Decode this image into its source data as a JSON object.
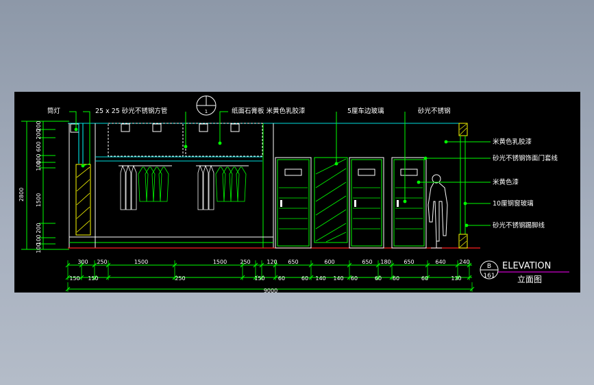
{
  "annotations": {
    "downlight": "筒灯",
    "square_tube": "25 x 25 砂光不锈钢方管",
    "gypsum_board": "纸面石膏板 米黄色乳胶漆",
    "glass_5mm": "5厘车边玻璃",
    "sanded_steel": "砂光不锈钢",
    "beige_latex": "米黄色乳胶漆",
    "door_trim": "砂光不锈钢饰面门套线",
    "beige_paint": "米黄色漆",
    "tempered_glass": "10厘钢窗玻璃",
    "skirting": "砂光不锈钢踢脚线"
  },
  "section_mark": {
    "number": "1"
  },
  "title": {
    "english": "ELEVATION",
    "chinese": "立面图",
    "badge_top": "B",
    "badge_bottom": "161"
  },
  "dims": {
    "left_total": "2800",
    "left": [
      "200",
      "200",
      "600",
      "100",
      "100",
      "1500",
      "200",
      "100",
      "100"
    ],
    "row1": [
      "300",
      "250",
      "1500",
      "1500",
      "250",
      "120",
      "650",
      "600",
      "650",
      "180",
      "650",
      "640",
      "240"
    ],
    "row2": [
      "150",
      "150",
      "250",
      "150",
      "60",
      "60",
      "140",
      "140",
      "60",
      "60",
      "60",
      "60",
      "130"
    ],
    "total": "9000"
  },
  "colors": {
    "green": "#00ff00",
    "white": "#ffffff",
    "cyan": "#00e0e0",
    "yellow": "#ffff00",
    "red": "#ff2020",
    "magenta": "#ff00ff"
  }
}
